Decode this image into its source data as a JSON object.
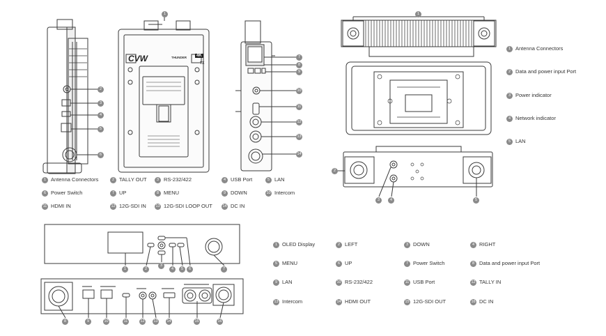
{
  "device": {
    "brand": "CVW",
    "model": "THUNDER",
    "badge": "4K",
    "tx": "TX"
  },
  "tx_legend": [
    {
      "n": "1",
      "label": "Antenna Connectors"
    },
    {
      "n": "2",
      "label": "TALLY OUT"
    },
    {
      "n": "3",
      "label": "RS-232/422"
    },
    {
      "n": "4",
      "label": "USB Port"
    },
    {
      "n": "5",
      "label": "LAN"
    },
    {
      "n": "6",
      "label": "Power Switch"
    },
    {
      "n": "7",
      "label": "UP"
    },
    {
      "n": "8",
      "label": "MENU"
    },
    {
      "n": "9",
      "label": "DOWN"
    },
    {
      "n": "10",
      "label": "Intercom"
    },
    {
      "n": "11",
      "label": "HDMI IN"
    },
    {
      "n": "12",
      "label": "12G-SDI IN"
    },
    {
      "n": "13",
      "label": "12G-SDI LOOP OUT"
    },
    {
      "n": "14",
      "label": "DC IN"
    }
  ],
  "rx_legend": [
    {
      "n": "1",
      "label": "Antenna Connectors"
    },
    {
      "n": "2",
      "label": "Data and power input Port"
    },
    {
      "n": "3",
      "label": "Power indicator"
    },
    {
      "n": "4",
      "label": "Network indicator"
    },
    {
      "n": "5",
      "label": "LAN"
    }
  ],
  "bottom_legend": [
    {
      "n": "1",
      "label": "OLED Display"
    },
    {
      "n": "2",
      "label": "LEFT"
    },
    {
      "n": "3",
      "label": "DOWN"
    },
    {
      "n": "4",
      "label": "RIGHT"
    },
    {
      "n": "5",
      "label": "MENU"
    },
    {
      "n": "6",
      "label": "UP"
    },
    {
      "n": "7",
      "label": "Power Switch"
    },
    {
      "n": "8",
      "label": "Data and power input Port"
    },
    {
      "n": "9",
      "label": "LAN"
    },
    {
      "n": "10",
      "label": "RS-232/422"
    },
    {
      "n": "11",
      "label": "USB Port"
    },
    {
      "n": "12",
      "label": "TALLY IN"
    },
    {
      "n": "13",
      "label": "Intercom"
    },
    {
      "n": "14",
      "label": "HDMI OUT"
    },
    {
      "n": "15",
      "label": "12G-SDI OUT"
    },
    {
      "n": "16",
      "label": "DC IN"
    }
  ],
  "callout_numbers": {
    "tx_top": "1",
    "tx_left": [
      "2",
      "3",
      "4",
      "5",
      "6"
    ],
    "tx_right": [
      "7",
      "8",
      "9",
      "10",
      "11",
      "12",
      "13",
      "14"
    ],
    "rx_top": "1",
    "rx_bottom": [
      "2",
      "3",
      "4",
      "5"
    ],
    "box_front": [
      "1",
      "2",
      "3",
      "4",
      "5",
      "6",
      "7"
    ],
    "box_rear": [
      "8",
      "9",
      "10",
      "11",
      "12",
      "13",
      "14",
      "15",
      "16"
    ]
  },
  "colors": {
    "line": "#3a3a3a",
    "badge": "#8a8a8a",
    "body_fill": "#f4f4f4"
  }
}
